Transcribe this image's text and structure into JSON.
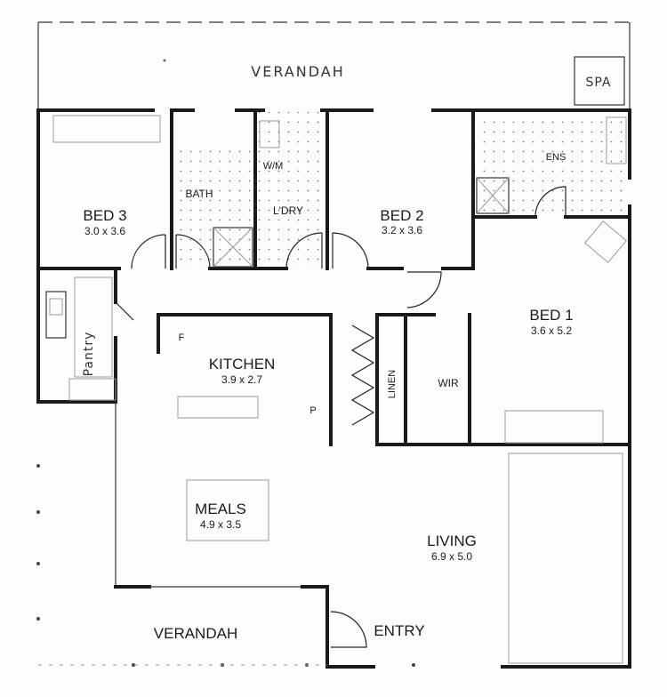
{
  "verandah_top": "VERANDAH",
  "spa": "SPA",
  "verandah_bottom": "VERANDAH",
  "entry": "ENTRY",
  "rooms": {
    "bed3": {
      "name": "BED 3",
      "size": "3.0 x 3.6"
    },
    "bath": {
      "name": "BATH"
    },
    "wm": {
      "name": "W/M"
    },
    "ldry": {
      "name": "L'DRY"
    },
    "bed2": {
      "name": "BED 2",
      "size": "3.2 x 3.6"
    },
    "ens": {
      "name": "ENS"
    },
    "bed1": {
      "name": "BED 1",
      "size": "3.6 x 5.2"
    },
    "pantry": {
      "name": "Pantry"
    },
    "kitchen": {
      "name": "KITCHEN",
      "size": "3.9 x 2.7",
      "f": "F",
      "p": "P"
    },
    "linen": {
      "name": "LINEN"
    },
    "wir": {
      "name": "WIR"
    },
    "meals": {
      "name": "MEALS",
      "size": "4.9 x 3.5"
    },
    "living": {
      "name": "LIVING",
      "size": "6.9 x 5.0"
    }
  }
}
